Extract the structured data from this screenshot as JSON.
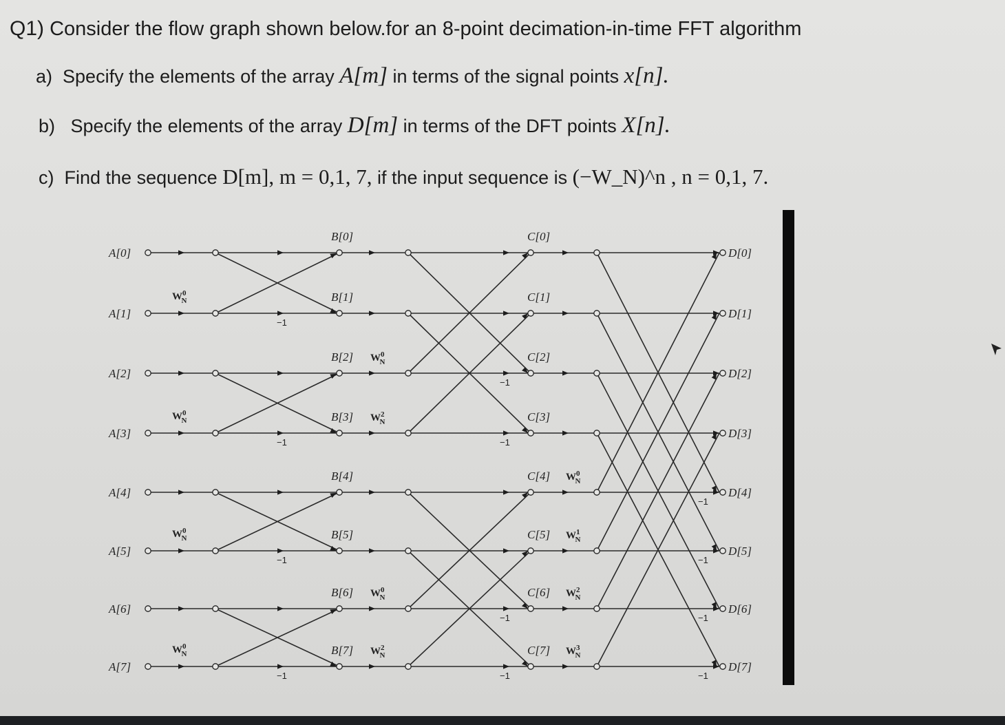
{
  "question": {
    "number": "Q1)",
    "title": "Consider the flow graph shown below.for an 8-point decimation-in-time FFT algorithm",
    "parts": [
      {
        "label": "a)",
        "pre": "Specify the elements of the array",
        "math1": "A[m]",
        "mid": "in terms of the signal points",
        "math2": "x[n]."
      },
      {
        "label": "b)",
        "pre": "Specify the elements of the array",
        "math1": "D[m]",
        "mid": "in terms of the DFT points",
        "math2": "X[n]."
      },
      {
        "label": "c)",
        "pre": "Find the sequence",
        "math1": "D[m], m = 0,1, 7,",
        "mid": "if the input sequence is",
        "math2": "(−W_N)^n , n = 0,1, 7."
      }
    ]
  },
  "flow_graph": {
    "input_labels": [
      "A[0]",
      "A[1]",
      "A[2]",
      "A[3]",
      "A[4]",
      "A[5]",
      "A[6]",
      "A[7]"
    ],
    "stage1_labels": [
      "B[0]",
      "B[1]",
      "B[2]",
      "B[3]",
      "B[4]",
      "B[5]",
      "B[6]",
      "B[7]"
    ],
    "stage2_labels": [
      "C[0]",
      "C[1]",
      "C[2]",
      "C[3]",
      "C[4]",
      "C[5]",
      "C[6]",
      "C[7]"
    ],
    "output_labels": [
      "D[0]",
      "D[1]",
      "D[2]",
      "D[3]",
      "D[4]",
      "D[5]",
      "D[6]",
      "D[7]"
    ],
    "stage1_twiddles": [
      "",
      "W_N^0",
      "",
      "W_N^0",
      "",
      "W_N^0",
      "",
      "W_N^0"
    ],
    "stage2_twiddles": [
      "",
      "",
      "W_N^0",
      "W_N^2",
      "",
      "",
      "W_N^0",
      "W_N^2"
    ],
    "stage3_twiddles": [
      "",
      "",
      "",
      "",
      "W_N^0",
      "W_N^1",
      "W_N^2",
      "W_N^3"
    ],
    "minus_one": "−1"
  }
}
